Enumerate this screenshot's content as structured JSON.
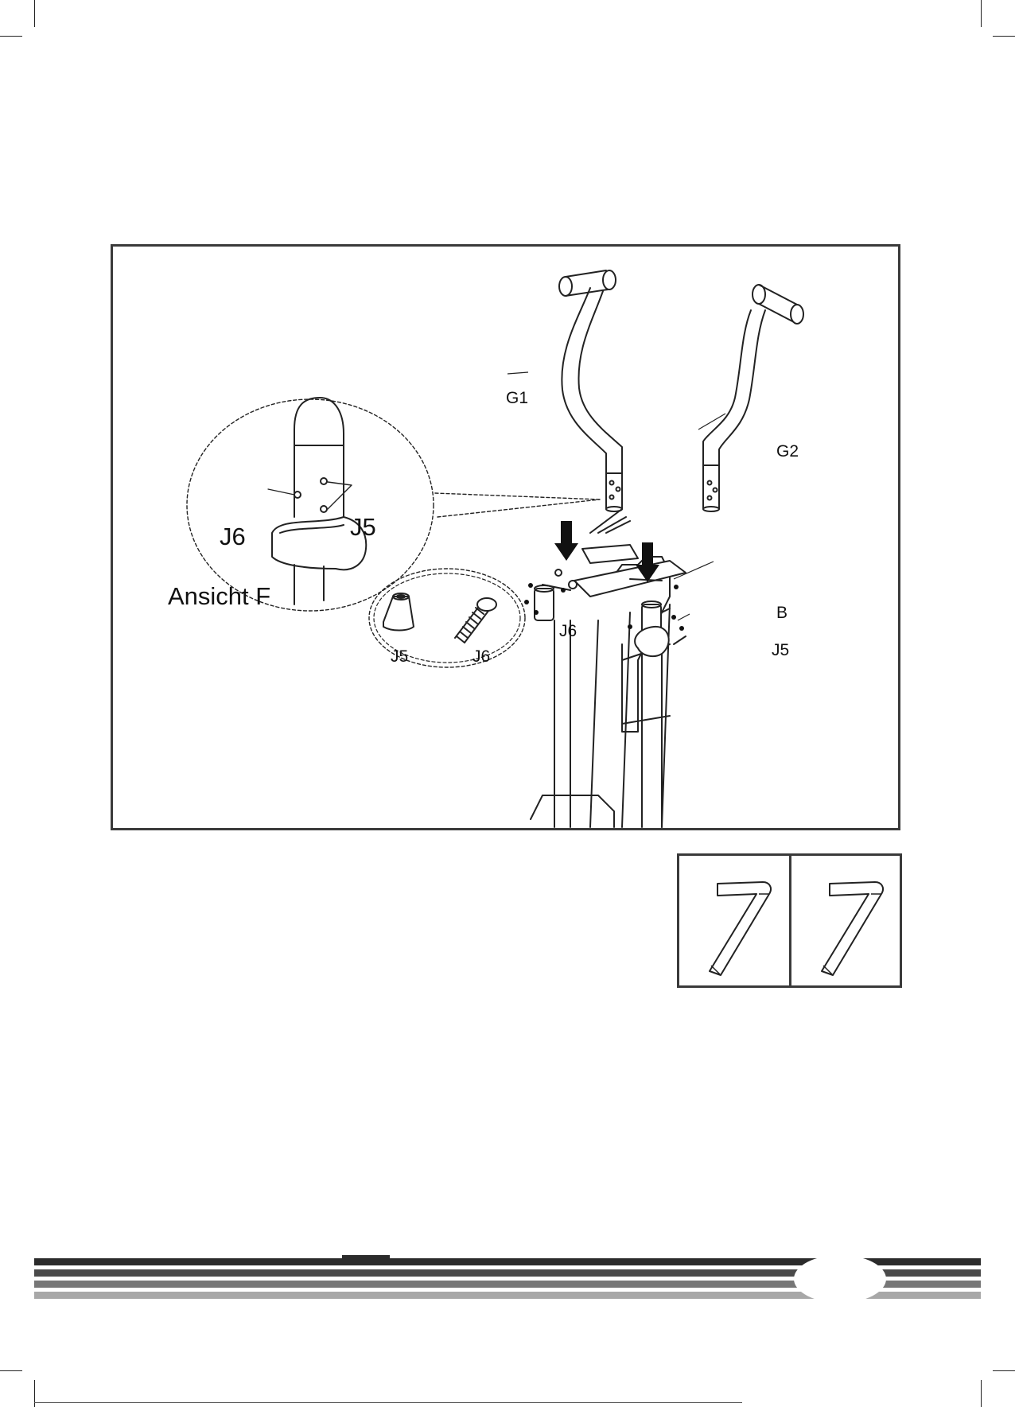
{
  "figure": {
    "labels": {
      "g1": "G1",
      "g2": "G2",
      "b": "B",
      "j6_main": "J6",
      "j5_main": "J5",
      "j6_detail": "J6",
      "j5_detail": "J5",
      "view_caption": "Ansicht F",
      "j5_parts": "J5",
      "j6_parts": "J6"
    },
    "arrows": [
      "down-arrow",
      "down-arrow"
    ]
  },
  "tools": {
    "items": [
      {
        "icon": "allen-key-icon"
      },
      {
        "icon": "allen-key-icon"
      }
    ]
  },
  "footer": {
    "page_number": "",
    "stripe_colors": [
      "#2b2b2b",
      "#4a4a4a",
      "#777777",
      "#a8a8a8"
    ]
  }
}
